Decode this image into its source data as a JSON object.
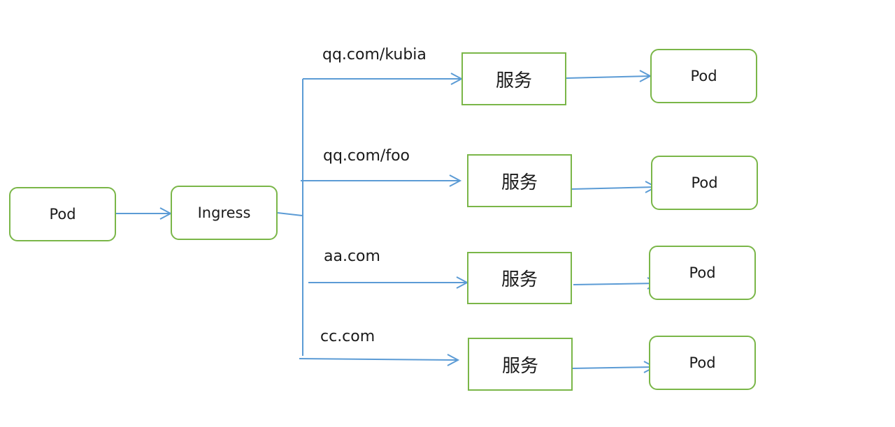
{
  "source": {
    "label": "Pod"
  },
  "ingress": {
    "label": "Ingress"
  },
  "routes": [
    {
      "host": "qq.com/kubia",
      "service": "服务",
      "target": "Pod"
    },
    {
      "host": "qq.com/foo",
      "service": "服务",
      "target": "Pod"
    },
    {
      "host": "aa.com",
      "service": "服务",
      "target": "Pod"
    },
    {
      "host": "cc.com",
      "service": "服务",
      "target": "Pod"
    }
  ],
  "colors": {
    "node_border": "#7ab648",
    "arrow": "#5b9bd5"
  }
}
